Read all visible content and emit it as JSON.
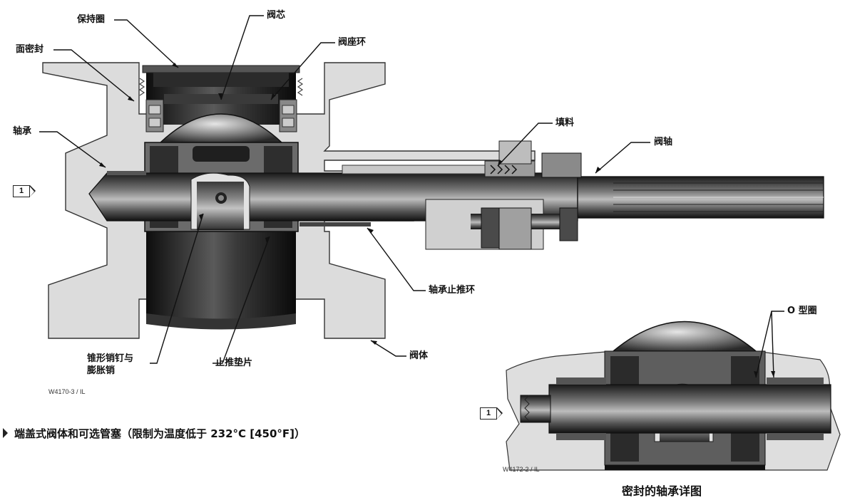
{
  "labels": {
    "retainer": "保持圈",
    "valve_plug": "阀芯",
    "face_seal": "面密封",
    "seat_ring": "阀座环",
    "bearing": "轴承",
    "packing": "填料",
    "shaft": "阀轴",
    "bearing_stop": "轴承止推环",
    "body": "阀体",
    "taper_pin_line1": "锥形销钉与",
    "taper_pin_line2": "膨胀销",
    "thrust_washer": "止推垫片",
    "o_ring": "O 型圈"
  },
  "figure_codes": {
    "main": "W4170-3 / IL",
    "detail": "W4172-2 / IL"
  },
  "note_marker": "1",
  "captions": {
    "main": "端盖式阀体和可选管塞（限制为温度低于 232°C [450°F]）",
    "detail": "密封的轴承详图"
  }
}
